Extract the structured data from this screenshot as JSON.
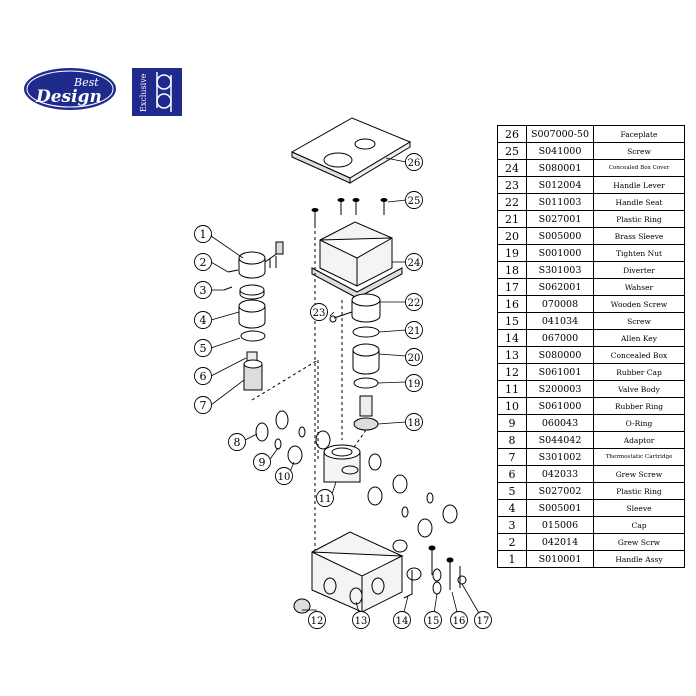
{
  "brand": {
    "logo_top": "Best",
    "logo_main": "Design",
    "exclusive_text": "Exclusive",
    "accent_color": "#1e2a8c"
  },
  "parts": [
    {
      "number": "26",
      "code": "S007000-50",
      "description": "Faceplate"
    },
    {
      "number": "25",
      "code": "S041000",
      "description": "Screw"
    },
    {
      "number": "24",
      "code": "S080001",
      "description": "Concealed Box Cover"
    },
    {
      "number": "23",
      "code": "S012004",
      "description": "Handle Lever"
    },
    {
      "number": "22",
      "code": "S011003",
      "description": "Handle Seat"
    },
    {
      "number": "21",
      "code": "S027001",
      "description": "Plastic Ring"
    },
    {
      "number": "20",
      "code": "S005000",
      "description": "Brass Sleeve"
    },
    {
      "number": "19",
      "code": "S001000",
      "description": "Tighten Nut"
    },
    {
      "number": "18",
      "code": "S301003",
      "description": "Diverter"
    },
    {
      "number": "17",
      "code": "S062001",
      "description": "Wahser"
    },
    {
      "number": "16",
      "code": "070008",
      "description": "Wooden Screw"
    },
    {
      "number": "15",
      "code": "041034",
      "description": "Screw"
    },
    {
      "number": "14",
      "code": "067000",
      "description": "Allen Key"
    },
    {
      "number": "13",
      "code": "S080000",
      "description": "Concealed Box"
    },
    {
      "number": "12",
      "code": "S061001",
      "description": "Rubber Cap"
    },
    {
      "number": "11",
      "code": "S200003",
      "description": "Valve Body"
    },
    {
      "number": "10",
      "code": "S061000",
      "description": "Rubber Ring"
    },
    {
      "number": "9",
      "code": "060043",
      "description": "O-Ring"
    },
    {
      "number": "8",
      "code": "S044042",
      "description": "Adaptor"
    },
    {
      "number": "7",
      "code": "S301002",
      "description": "Thermostatic Cartridge"
    },
    {
      "number": "6",
      "code": "042033",
      "description": "Grew Screw"
    },
    {
      "number": "5",
      "code": "S027002",
      "description": "Plastic Ring"
    },
    {
      "number": "4",
      "code": "S005001",
      "description": "Sleeve"
    },
    {
      "number": "3",
      "code": "015006",
      "description": "Cap"
    },
    {
      "number": "2",
      "code": "042014",
      "description": "Grew Scrw"
    },
    {
      "number": "1",
      "code": "S010001",
      "description": "Handle Assy"
    }
  ],
  "callouts": [
    "1",
    "2",
    "3",
    "4",
    "5",
    "6",
    "7",
    "8",
    "9",
    "10",
    "11",
    "12",
    "13",
    "14",
    "15",
    "16",
    "17",
    "18",
    "19",
    "20",
    "21",
    "22",
    "23",
    "24",
    "25",
    "26"
  ]
}
